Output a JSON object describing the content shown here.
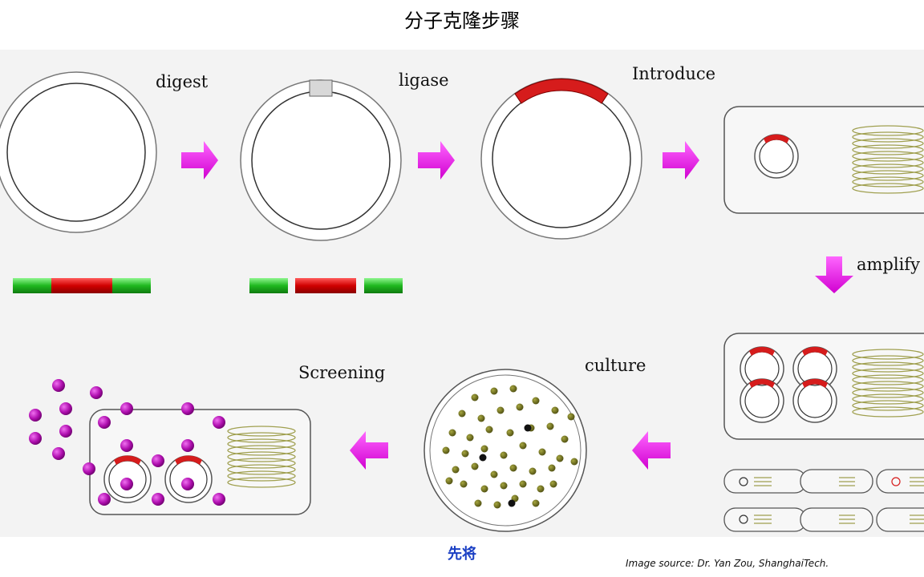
{
  "title": "分子克隆步骤",
  "steps": {
    "digest": "digest",
    "ligase": "ligase",
    "introduce": "Introduce",
    "amplify": "amplify",
    "culture": "culture",
    "screening": "Screening"
  },
  "subtitle": "先将",
  "credit": "Image source: Dr. Yan Zou, ShanghaiTech.",
  "colors": {
    "arrow": "#e600e6",
    "insert_red": "#d61c1c",
    "dna_green": "#2ec42e",
    "colony": "#6b6b1f",
    "colony_dark": "#111111",
    "bead": "#b010b0",
    "coil": "#a0a050",
    "subtitle_blue": "#1a3fc4"
  }
}
